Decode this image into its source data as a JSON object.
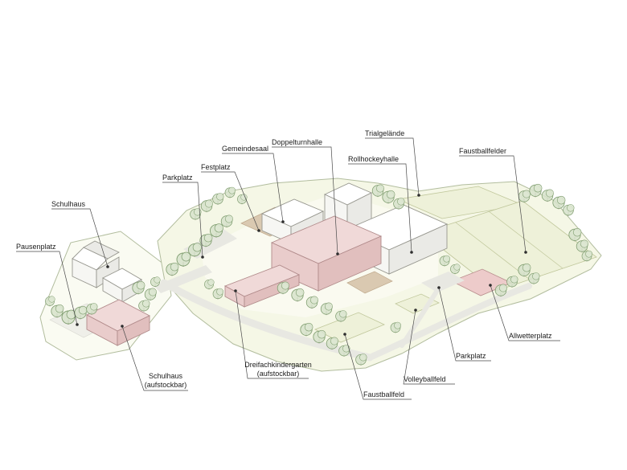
{
  "labels": {
    "schulhaus": "Schulhaus",
    "pausenplatz": "Pausenplatz",
    "schulhaus_aufstockbar_line1": "Schulhaus",
    "schulhaus_aufstockbar_line2": "(aufstockbar)",
    "parkplatz_left": "Parkplatz",
    "festplatz": "Festplatz",
    "gemeindesaal": "Gemeindesaal",
    "doppelturnhalle": "Doppelturnhalle",
    "rollhockeyhalle": "Rollhockeyhalle",
    "trialgelaende": "Trialgelände",
    "faustballfelder": "Faustballfelder",
    "allwetterplatz": "Allwetterplatz",
    "parkplatz_right": "Parkplatz",
    "volleyballfeld": "Volleyballfeld",
    "faustballfeld": "Faustballfeld",
    "dreifachkindergarten_line1": "Dreifachkindergarten",
    "dreifachkindergarten_line2": "(aufstockbar)"
  },
  "colors": {
    "background": "#ffffff",
    "ground": "#f5f7e6",
    "field": "#eef1d9",
    "highlight_building_pink": "#f0d9d8",
    "neutral_building_white": "#ffffff",
    "festplatz_tan": "#dac9b1",
    "tree_green": "#d6e2ca",
    "tree_outline": "#7e9c6e",
    "leader_line": "#4a4a4a"
  }
}
